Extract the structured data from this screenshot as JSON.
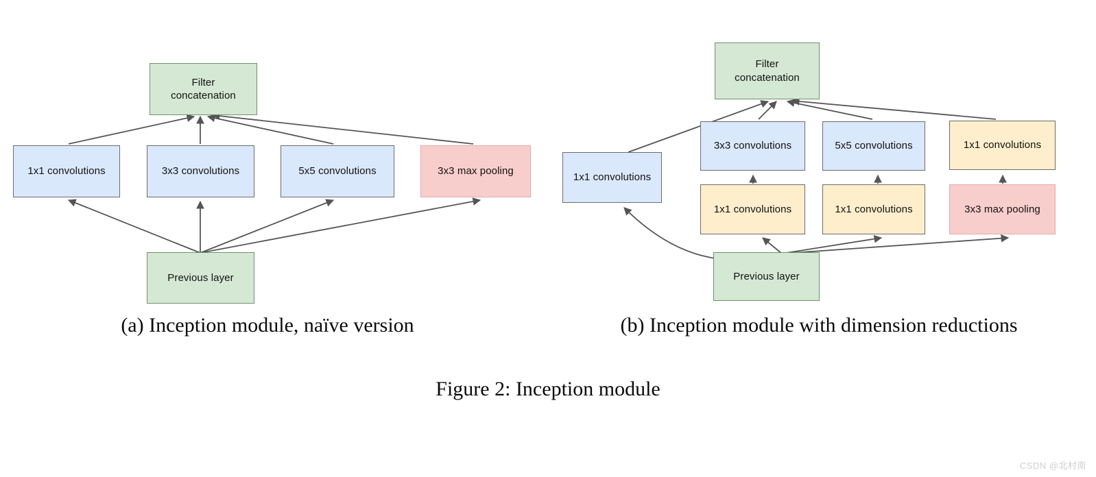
{
  "figure": {
    "caption": "Figure 2: Inception module",
    "watermark": "CSDN @北村南"
  },
  "palette": {
    "green_fill": "#d5e8d4",
    "blue_fill": "#dae8fc",
    "yellow_fill": "#ffeecc",
    "red_fill": "#f8cecc",
    "edge_stroke": "#555555",
    "node_border": "#666666",
    "background": "#ffffff"
  },
  "panels": [
    {
      "id": "a",
      "caption": "(a)  Inception module, naïve version",
      "nodes": [
        {
          "id": "a-filter-concat",
          "label": "Filter\nconcatenation",
          "color": "green"
        },
        {
          "id": "a-conv1x1",
          "label": "1x1 convolutions",
          "color": "blue"
        },
        {
          "id": "a-conv3x3",
          "label": "3x3 convolutions",
          "color": "blue"
        },
        {
          "id": "a-conv5x5",
          "label": "5x5 convolutions",
          "color": "blue"
        },
        {
          "id": "a-maxpool3x3",
          "label": "3x3 max pooling",
          "color": "red"
        },
        {
          "id": "a-previous-layer",
          "label": "Previous layer",
          "color": "green"
        }
      ],
      "edges": [
        {
          "from": "a-previous-layer",
          "to": "a-conv1x1"
        },
        {
          "from": "a-previous-layer",
          "to": "a-conv3x3"
        },
        {
          "from": "a-previous-layer",
          "to": "a-conv5x5"
        },
        {
          "from": "a-previous-layer",
          "to": "a-maxpool3x3"
        },
        {
          "from": "a-conv1x1",
          "to": "a-filter-concat"
        },
        {
          "from": "a-conv3x3",
          "to": "a-filter-concat"
        },
        {
          "from": "a-conv5x5",
          "to": "a-filter-concat"
        },
        {
          "from": "a-maxpool3x3",
          "to": "a-filter-concat"
        }
      ]
    },
    {
      "id": "b",
      "caption": "(b)  Inception module with dimension reductions",
      "nodes": [
        {
          "id": "b-filter-concat",
          "label": "Filter\nconcatenation",
          "color": "green"
        },
        {
          "id": "b-conv1x1-left",
          "label": "1x1 convolutions",
          "color": "blue"
        },
        {
          "id": "b-conv3x3",
          "label": "3x3 convolutions",
          "color": "blue"
        },
        {
          "id": "b-conv5x5",
          "label": "5x5 convolutions",
          "color": "blue"
        },
        {
          "id": "b-conv1x1-right",
          "label": "1x1 convolutions",
          "color": "yellow"
        },
        {
          "id": "b-conv1x1-red3",
          "label": "1x1 convolutions",
          "color": "yellow"
        },
        {
          "id": "b-conv1x1-red5",
          "label": "1x1 convolutions",
          "color": "yellow"
        },
        {
          "id": "b-maxpool3x3",
          "label": "3x3 max pooling",
          "color": "red"
        },
        {
          "id": "b-previous-layer",
          "label": "Previous layer",
          "color": "green"
        }
      ],
      "edges": [
        {
          "from": "b-previous-layer",
          "to": "b-conv1x1-left"
        },
        {
          "from": "b-previous-layer",
          "to": "b-conv1x1-red3"
        },
        {
          "from": "b-previous-layer",
          "to": "b-conv1x1-red5"
        },
        {
          "from": "b-previous-layer",
          "to": "b-maxpool3x3"
        },
        {
          "from": "b-conv1x1-red3",
          "to": "b-conv3x3"
        },
        {
          "from": "b-conv1x1-red5",
          "to": "b-conv5x5"
        },
        {
          "from": "b-maxpool3x3",
          "to": "b-conv1x1-right"
        },
        {
          "from": "b-conv1x1-left",
          "to": "b-filter-concat"
        },
        {
          "from": "b-conv3x3",
          "to": "b-filter-concat"
        },
        {
          "from": "b-conv5x5",
          "to": "b-filter-concat"
        },
        {
          "from": "b-conv1x1-right",
          "to": "b-filter-concat"
        }
      ]
    }
  ]
}
